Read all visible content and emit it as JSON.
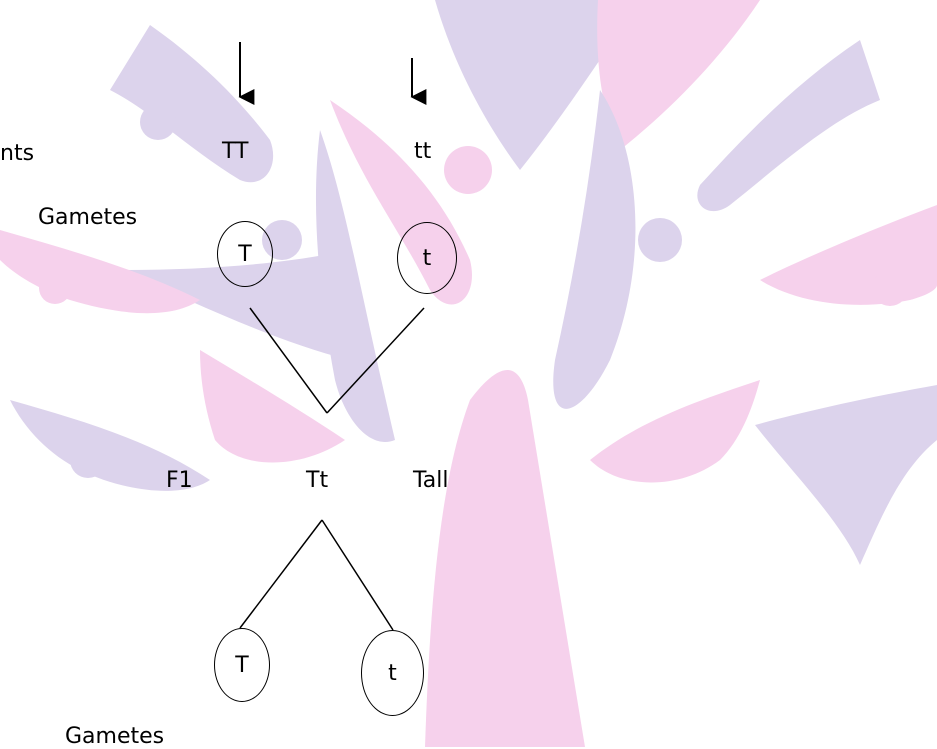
{
  "watermark": {
    "colors": {
      "lavender": "#dcd3ec",
      "pink": "#f6d1ec"
    }
  },
  "labels": {
    "parents": "nts",
    "parent1": "TT",
    "parent2": "tt",
    "gametes_top": "Gametes",
    "f1": "F1",
    "f1_genotype": "Tt",
    "f1_phenotype": "Tall",
    "gametes_bottom": "Gametes"
  },
  "gametes": {
    "top_left": "T",
    "top_right": "t",
    "bottom_left": "T",
    "bottom_right": "t"
  }
}
